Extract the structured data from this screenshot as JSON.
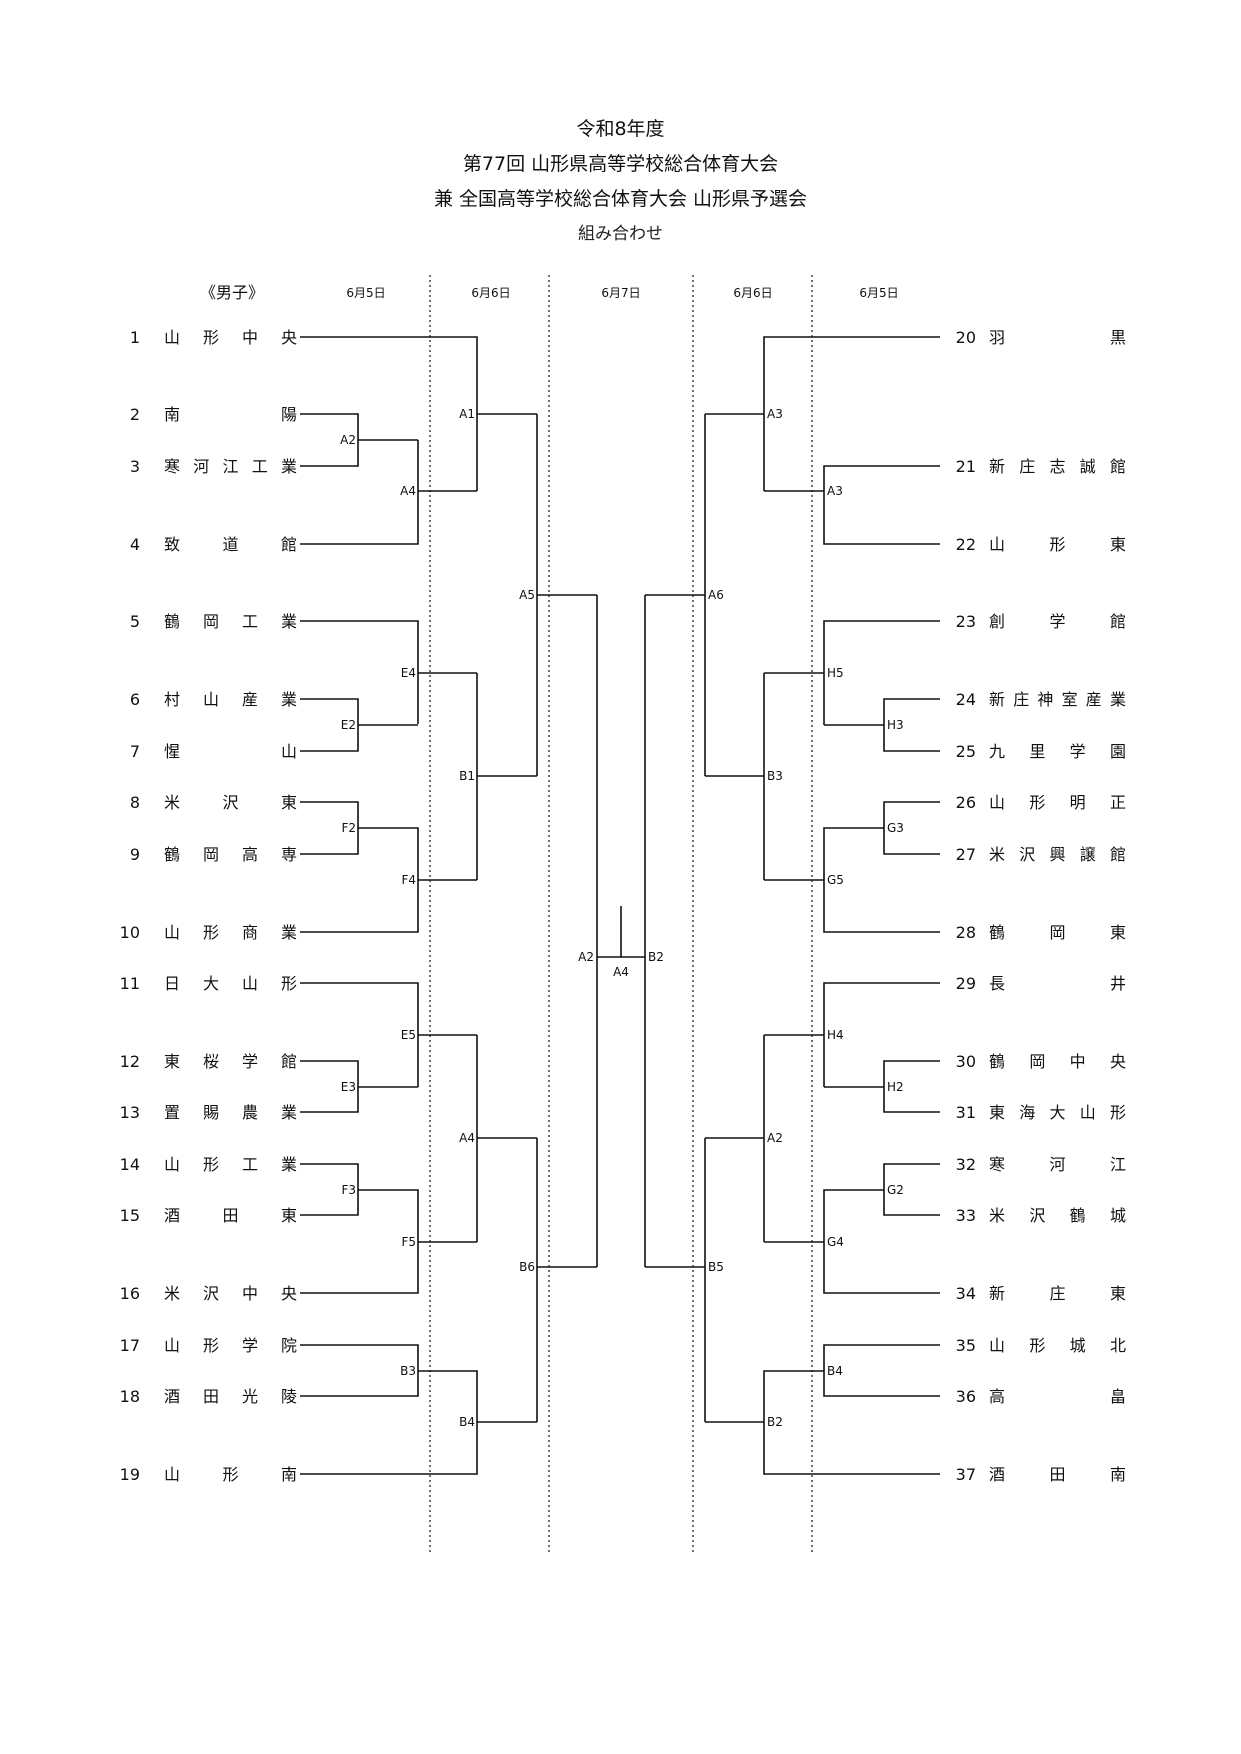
{
  "header": {
    "line1": "令和8年度",
    "line2": "第77回 山形県高等学校総合体育大会",
    "line3": "兼 全国高等学校総合体育大会 山形県予選会",
    "line4": "組み合わせ"
  },
  "gender_label": "《男子》",
  "dates": [
    "6月5日",
    "6月6日",
    "6月7日",
    "6月6日",
    "6月5日"
  ],
  "left_teams": [
    {
      "num": "1",
      "name": "山形中央"
    },
    {
      "num": "2",
      "name": "南 陽"
    },
    {
      "num": "3",
      "name": "寒河江工業"
    },
    {
      "num": "4",
      "name": "致道館"
    },
    {
      "num": "5",
      "name": "鶴岡工業"
    },
    {
      "num": "6",
      "name": "村山産業"
    },
    {
      "num": "7",
      "name": "惺 山"
    },
    {
      "num": "8",
      "name": "米沢東"
    },
    {
      "num": "9",
      "name": "鶴岡高専"
    },
    {
      "num": "10",
      "name": "山形商業"
    },
    {
      "num": "11",
      "name": "日大山形"
    },
    {
      "num": "12",
      "name": "東桜学館"
    },
    {
      "num": "13",
      "name": "置賜農業"
    },
    {
      "num": "14",
      "name": "山形工業"
    },
    {
      "num": "15",
      "name": "酒田東"
    },
    {
      "num": "16",
      "name": "米沢中央"
    },
    {
      "num": "17",
      "name": "山形学院"
    },
    {
      "num": "18",
      "name": "酒田光陵"
    },
    {
      "num": "19",
      "name": "山形南"
    }
  ],
  "right_teams": [
    {
      "num": "20",
      "name": "羽 黒"
    },
    {
      "num": "21",
      "name": "新庄志誠館"
    },
    {
      "num": "22",
      "name": "山形東"
    },
    {
      "num": "23",
      "name": "創学館"
    },
    {
      "num": "24",
      "name": "新庄神室産業"
    },
    {
      "num": "25",
      "name": "九里学園"
    },
    {
      "num": "26",
      "name": "山形明正"
    },
    {
      "num": "27",
      "name": "米沢興譲館"
    },
    {
      "num": "28",
      "name": "鶴岡東"
    },
    {
      "num": "29",
      "name": "長 井"
    },
    {
      "num": "30",
      "name": "鶴岡中央"
    },
    {
      "num": "31",
      "name": "東海大山形"
    },
    {
      "num": "32",
      "name": "寒河江"
    },
    {
      "num": "33",
      "name": "米沢鶴城"
    },
    {
      "num": "34",
      "name": "新庄東"
    },
    {
      "num": "35",
      "name": "山形城北"
    },
    {
      "num": "36",
      "name": "高 畠"
    },
    {
      "num": "37",
      "name": "酒田南"
    }
  ],
  "match_labels": {
    "left": {
      "a2": "A2",
      "a4": "A4",
      "a1": "A1",
      "e2": "E2",
      "e4": "E4",
      "f2": "F2",
      "f4": "F4",
      "b1": "B1",
      "a5": "A5",
      "e3": "E3",
      "e5": "E5",
      "f3": "F3",
      "f5": "F5",
      "a4b": "A4",
      "b3": "B3",
      "b4": "B4",
      "b6": "B6"
    },
    "right": {
      "a3": "A3",
      "a3b": "A3",
      "a6": "A6",
      "h3": "H3",
      "h5": "H5",
      "g3": "G3",
      "g5": "G5",
      "b3": "B3",
      "h2": "H2",
      "h4": "H4",
      "g2": "G2",
      "g4": "G4",
      "a2": "A2",
      "b4": "B4",
      "b2": "B2",
      "b5": "B5"
    },
    "final": {
      "left": "A2",
      "right": "B2",
      "center": "A4"
    }
  }
}
